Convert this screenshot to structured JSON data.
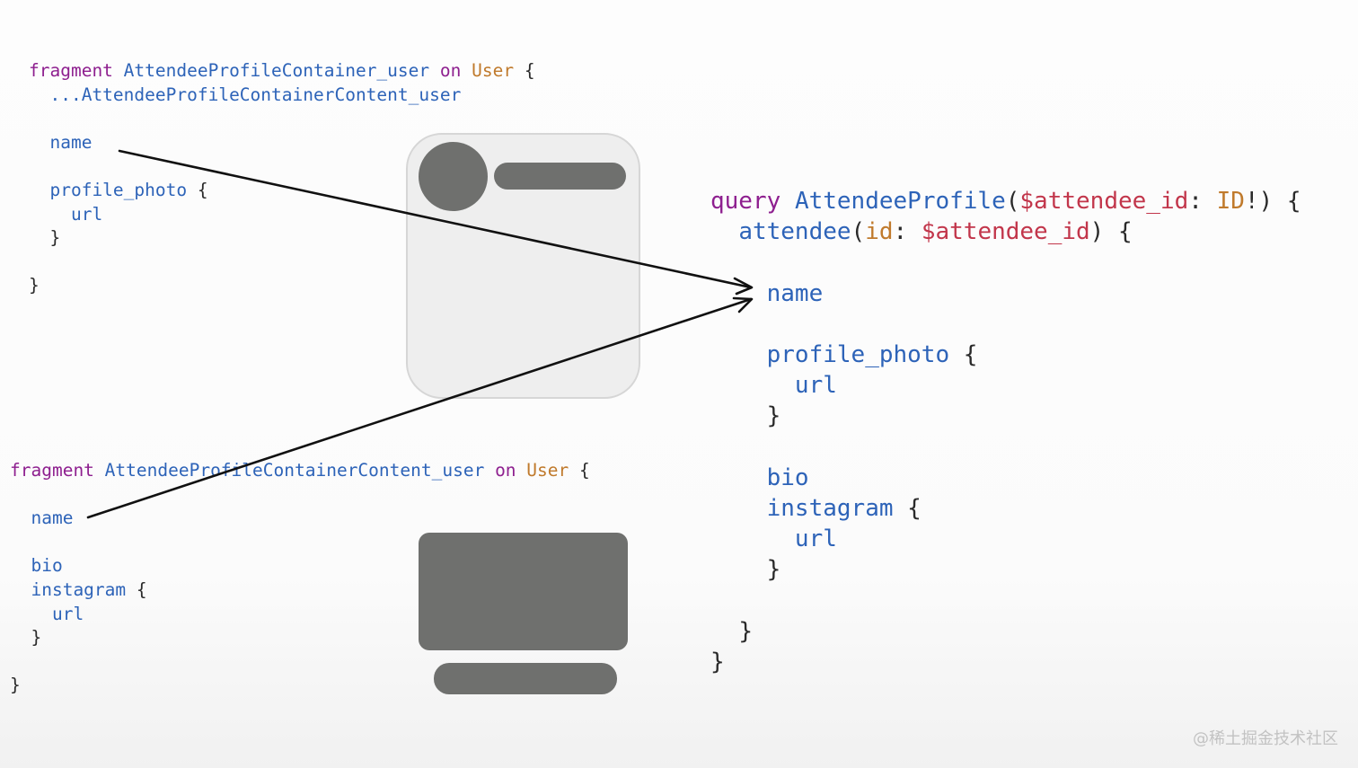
{
  "fragment_top": {
    "keyword": "fragment",
    "name": "AttendeeProfileContainer_user",
    "on_keyword": "on",
    "type": "User",
    "open_brace": "{",
    "spread": "...AttendeeProfileContainerContent_user",
    "field_name": "name",
    "field_profile_photo": "profile_photo",
    "field_url": "url",
    "close_brace": "}"
  },
  "fragment_bottom": {
    "keyword": "fragment",
    "name": "AttendeeProfileContainerContent_user",
    "on_keyword": "on",
    "type": "User",
    "open_brace": "{",
    "field_name": "name",
    "field_bio": "bio",
    "field_instagram": "instagram",
    "field_url": "url",
    "close_brace": "}"
  },
  "query": {
    "keyword": "query",
    "name": "AttendeeProfile",
    "paren_open": "(",
    "var_attendee_id": "$attendee_id",
    "colon": ":",
    "type_id": "ID",
    "bang_paren": "!)",
    "open_brace": "{",
    "attendee_field": "attendee",
    "arg_id": "id",
    "var_ref": "$attendee_id",
    "paren_close": ")",
    "field_name": "name",
    "field_profile_photo": "profile_photo",
    "field_url": "url",
    "field_bio": "bio",
    "field_instagram": "instagram",
    "close_brace": "}"
  },
  "colors": {
    "keyword": "#8e1f8f",
    "identifier": "#2d63b8",
    "type": "#c07a2c",
    "variable": "#c2364b",
    "punctuation": "#2a2a2a",
    "mock_fill": "#6f706e",
    "mock_card": "#eeeeee"
  },
  "watermark": "@稀土掘金技术社区"
}
